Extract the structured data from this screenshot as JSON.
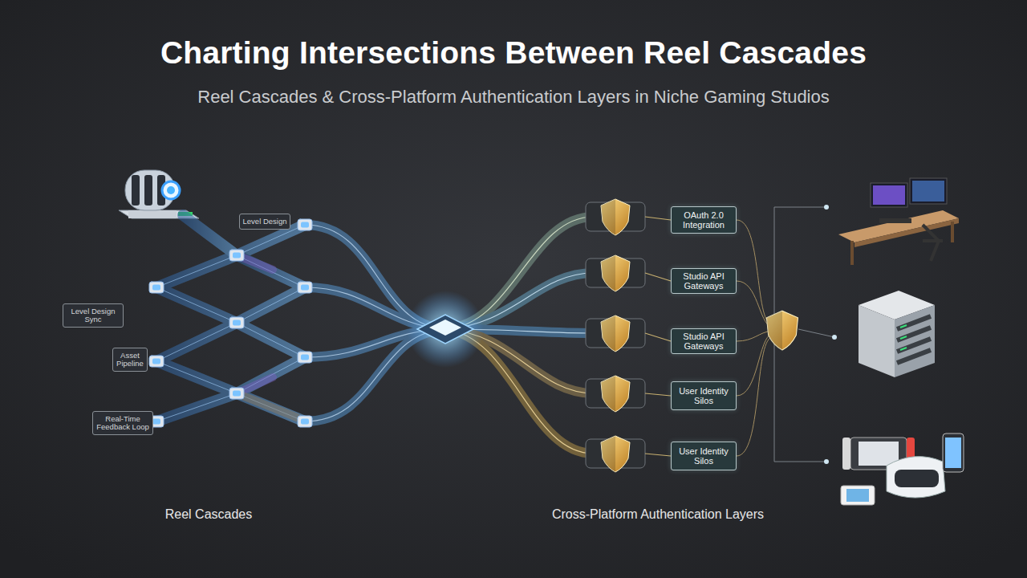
{
  "diagram": {
    "title": "Charting Intersections Between Reel Cascades",
    "nodes": [
      {
        "text": [
          "Level Design"
        ]
      },
      {
        "text": [
          "Level Design Sync"
        ]
      },
      {
        "text": [
          "Asset Pipeline"
        ]
      },
      {
        "text": [
          "Real-Time Feedback Loop"
        ]
      },
      {
        "text": [
          "OAuth 2.0 Integration"
        ]
      },
      {
        "text": [
          "Studio API Gateways"
        ]
      },
      {
        "text": [
          "Studio API Gateways"
        ]
      },
      {
        "text": [
          "User Identity Silos"
        ]
      },
      {
        "text": [
          "User Identity Silos"
        ]
      }
    ],
    "labels": [
      "Reel Cascades & Cross-Platform Authentication Layers in Niche Gaming Studios",
      "Reel Cascades",
      "Cross-Platform Authentication Layers"
    ]
  }
}
